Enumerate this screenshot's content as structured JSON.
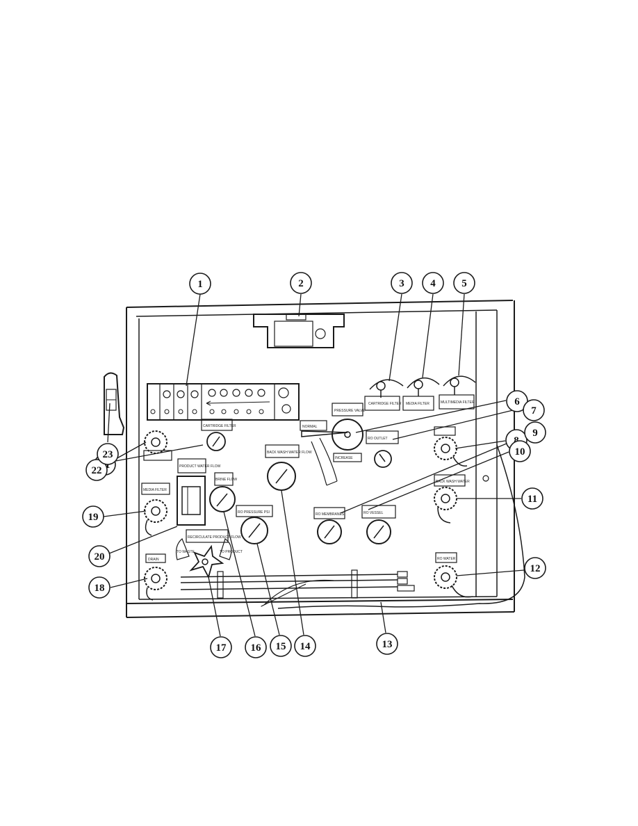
{
  "callouts": [
    "1",
    "2",
    "3",
    "4",
    "5",
    "6",
    "7",
    "8",
    "9",
    "10",
    "11",
    "12",
    "13",
    "14",
    "15",
    "16",
    "17",
    "18",
    "19",
    "20",
    "21",
    "22",
    "23"
  ],
  "plates": {
    "cartridge_filter": "CARTRIDGE FILTER",
    "product_water_flow": "PRODUCT WATER FLOW",
    "back_wash_water_flow": "BACK WASH WATER FLOW",
    "crude_flow": "BRINE FLOW",
    "ro_pressure_psi": "RO PRESSURE PSI",
    "recirculate_product_flow": "RECIRCULATE PRODUCT FLOW",
    "pressure_valve": "PRESSURE VALVE",
    "normal": "NORMAL",
    "increase": "INCREASE",
    "ro_membranes": "RO MEMBRANES",
    "ro_outlet": "RO OUTLET",
    "media_filter": "MEDIA FILTER",
    "backwash_water": "BACK WASH WATER",
    "ro_water": "RO WATER",
    "valve_cartridge_filter": "CARTRIDGE FILTER",
    "valve_media_filter": "MEDIA FILTER",
    "valve_multimedia_filter": "MULTIMEDIA FILTER",
    "drain": "DRAIN",
    "ro_vessel": "RO VESSEL",
    "to_waste": "TO WASTE",
    "to_product": "TO PRODUCT"
  },
  "colors": {
    "ink": "#1a1a1a",
    "paper": "#ffffff"
  }
}
